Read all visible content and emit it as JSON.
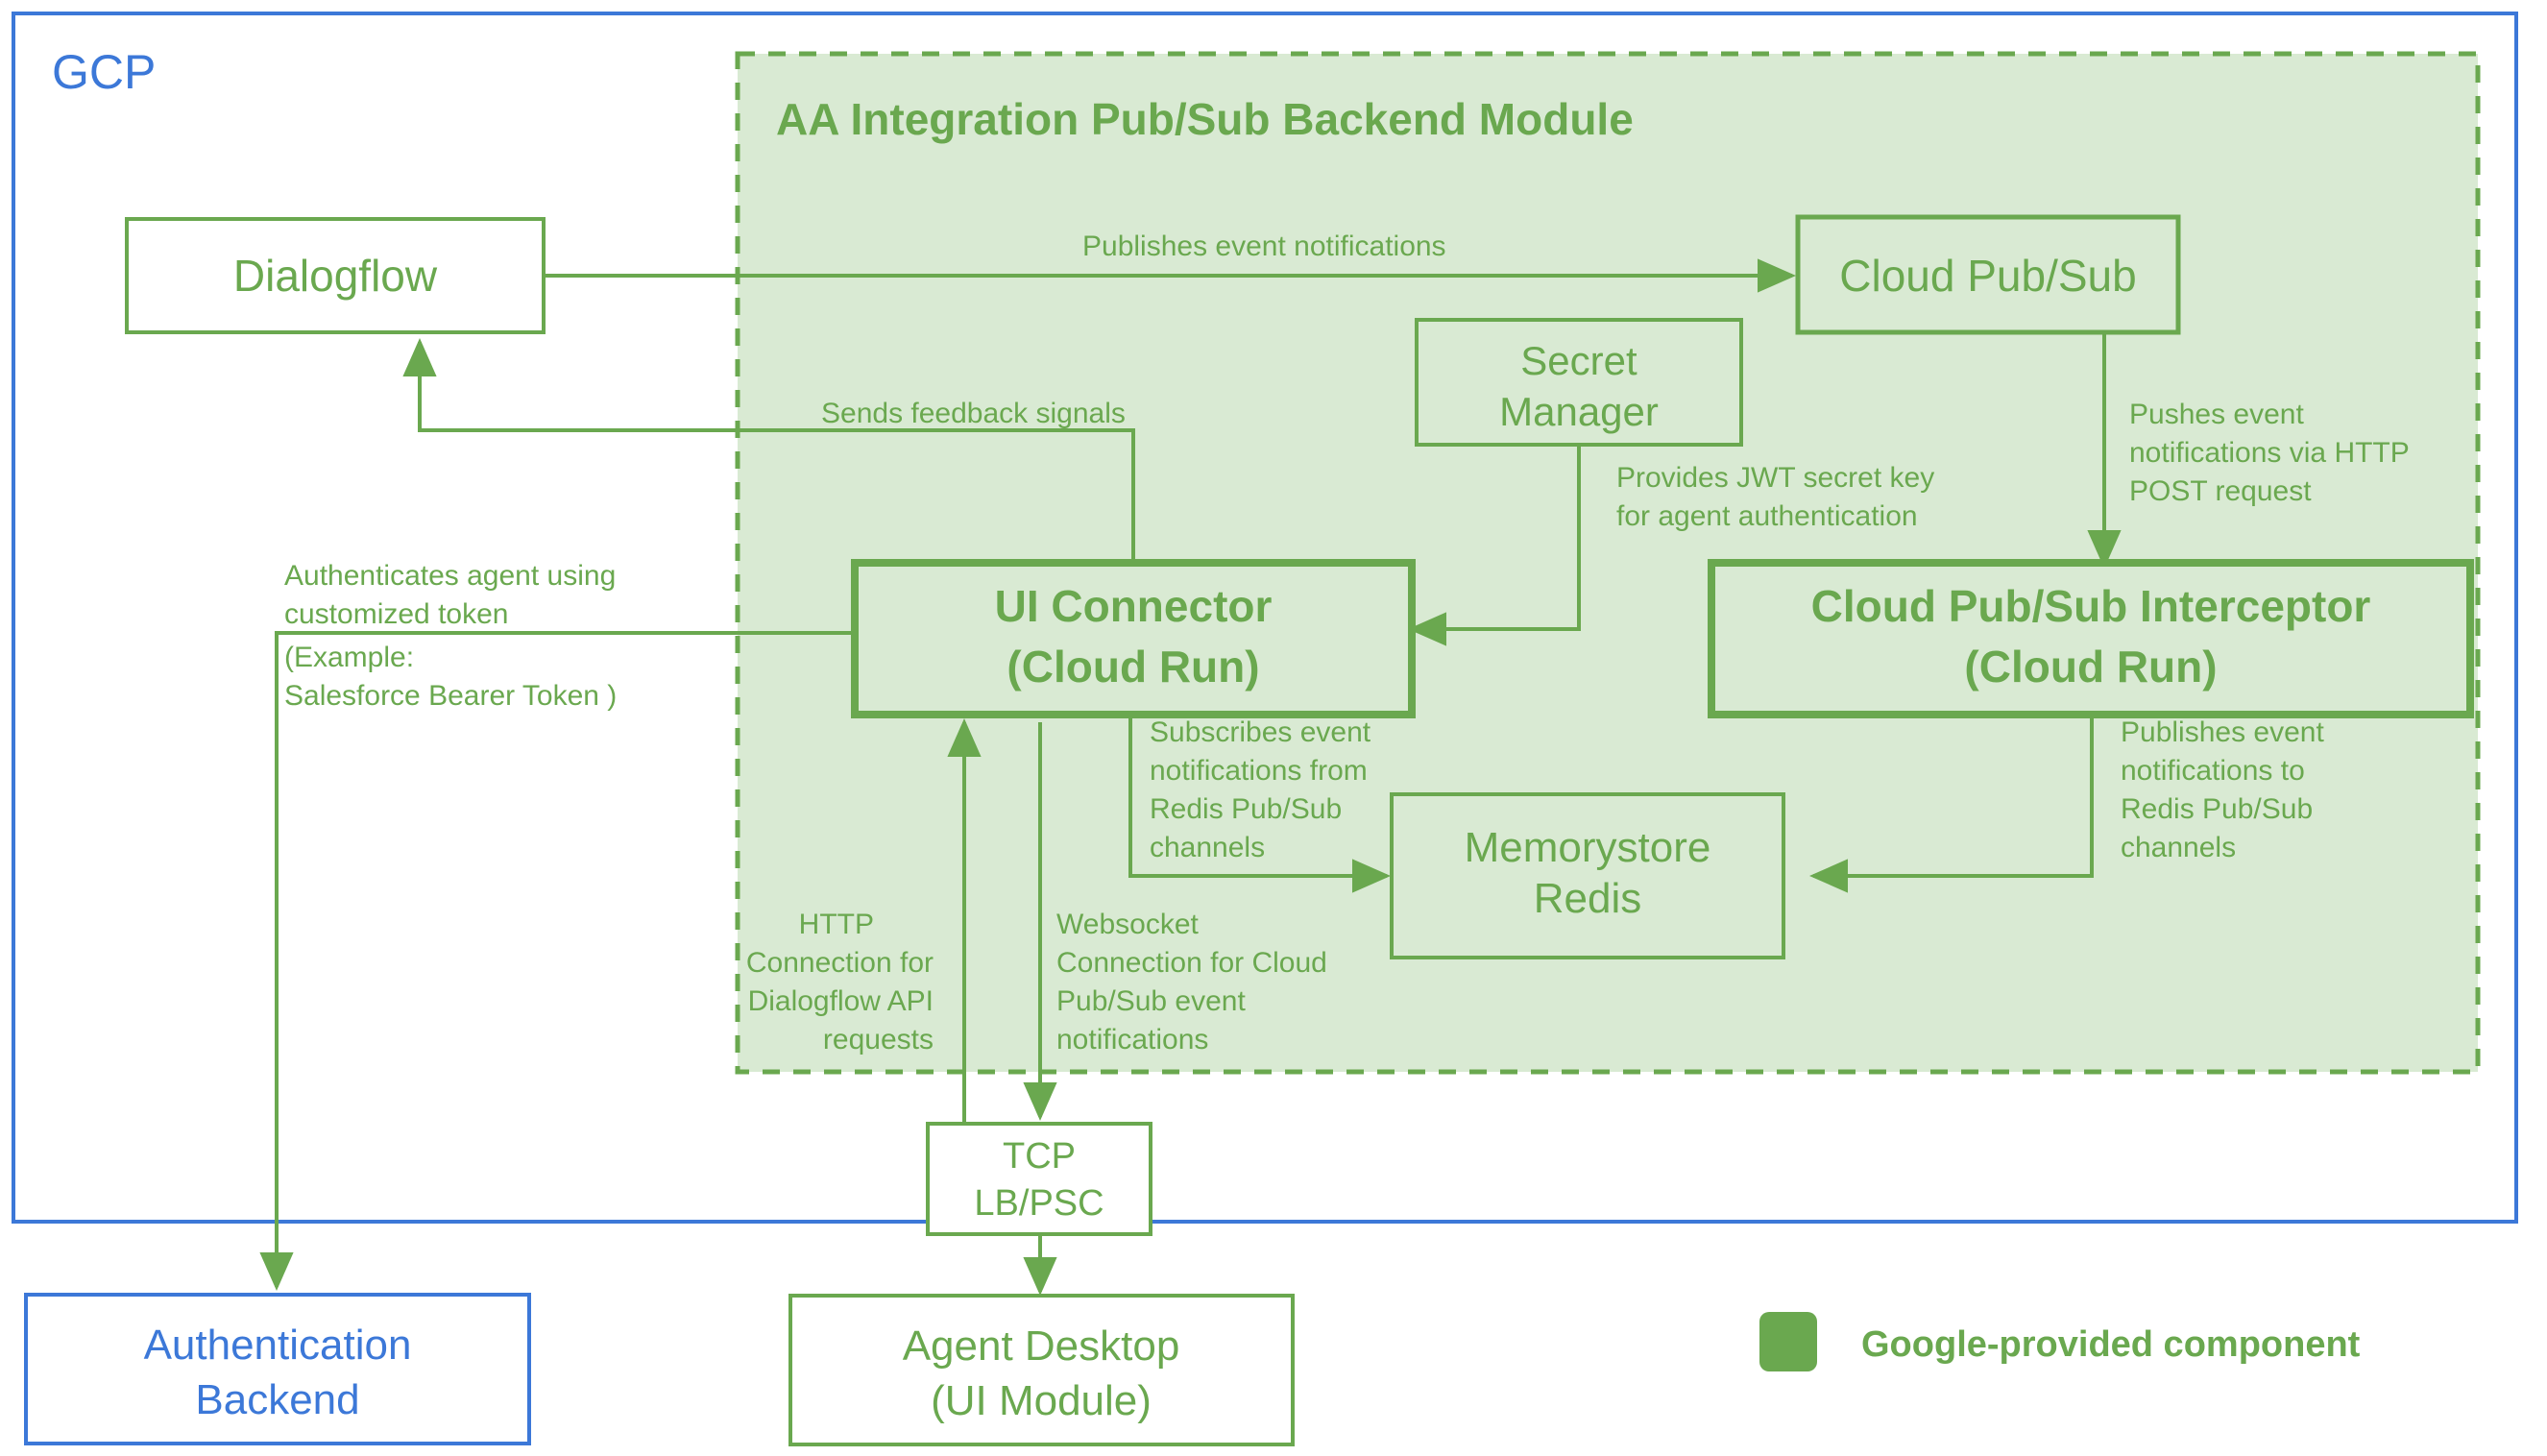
{
  "colors": {
    "green_stroke": "#6aa84f",
    "green_text": "#6aa84f",
    "green_fill": "#d9ead3",
    "blue_stroke": "#3c78d8",
    "blue_text": "#3c78d8",
    "white": "#ffffff"
  },
  "containers": {
    "gcp_label": "GCP",
    "module_title": "AA Integration Pub/Sub Backend Module"
  },
  "nodes": {
    "dialogflow": {
      "label": "Dialogflow"
    },
    "cloud_pubsub": {
      "label": "Cloud Pub/Sub"
    },
    "secret_manager": {
      "line1": "Secret",
      "line2": "Manager"
    },
    "ui_connector": {
      "line1": "UI Connector",
      "line2": "(Cloud Run)"
    },
    "interceptor": {
      "line1": "Cloud Pub/Sub Interceptor",
      "line2": "(Cloud Run)"
    },
    "memorystore": {
      "line1": "Memorystore",
      "line2": "Redis"
    },
    "tcp_lb": {
      "line1": "TCP",
      "line2": "LB/PSC"
    },
    "auth_backend": {
      "line1": "Authentication",
      "line2": "Backend"
    },
    "agent_desktop": {
      "line1": "Agent Desktop",
      "line2": "(UI Module)"
    }
  },
  "edge_labels": {
    "publishes_event_notifications": "Publishes event notifications",
    "sends_feedback_signals": "Sends feedback signals",
    "provides_jwt_l1": "Provides JWT secret key",
    "provides_jwt_l2": "for agent authentication",
    "pushes_l1": "Pushes event",
    "pushes_l2": "notifications via HTTP",
    "pushes_l3": "POST request",
    "authenticates_l1": "Authenticates agent using",
    "authenticates_l2": "customized token",
    "authenticates_l3": "(Example:",
    "authenticates_l4": "Salesforce Bearer Token )",
    "subscribes_l1": "Subscribes event",
    "subscribes_l2": "notifications from",
    "subscribes_l3": "Redis Pub/Sub",
    "subscribes_l4": "channels",
    "publishes_redis_l1": "Publishes event",
    "publishes_redis_l2": "notifications to",
    "publishes_redis_l3": "Redis Pub/Sub",
    "publishes_redis_l4": "channels",
    "http_l1": "HTTP",
    "http_l2": "Connection for",
    "http_l3": "Dialogflow API",
    "http_l4": "requests",
    "ws_l1": "Websocket",
    "ws_l2": "Connection for Cloud",
    "ws_l3": "Pub/Sub event",
    "ws_l4": "notifications"
  },
  "legend": {
    "swatch_color": "#6aa84f",
    "text": "Google-provided component"
  }
}
